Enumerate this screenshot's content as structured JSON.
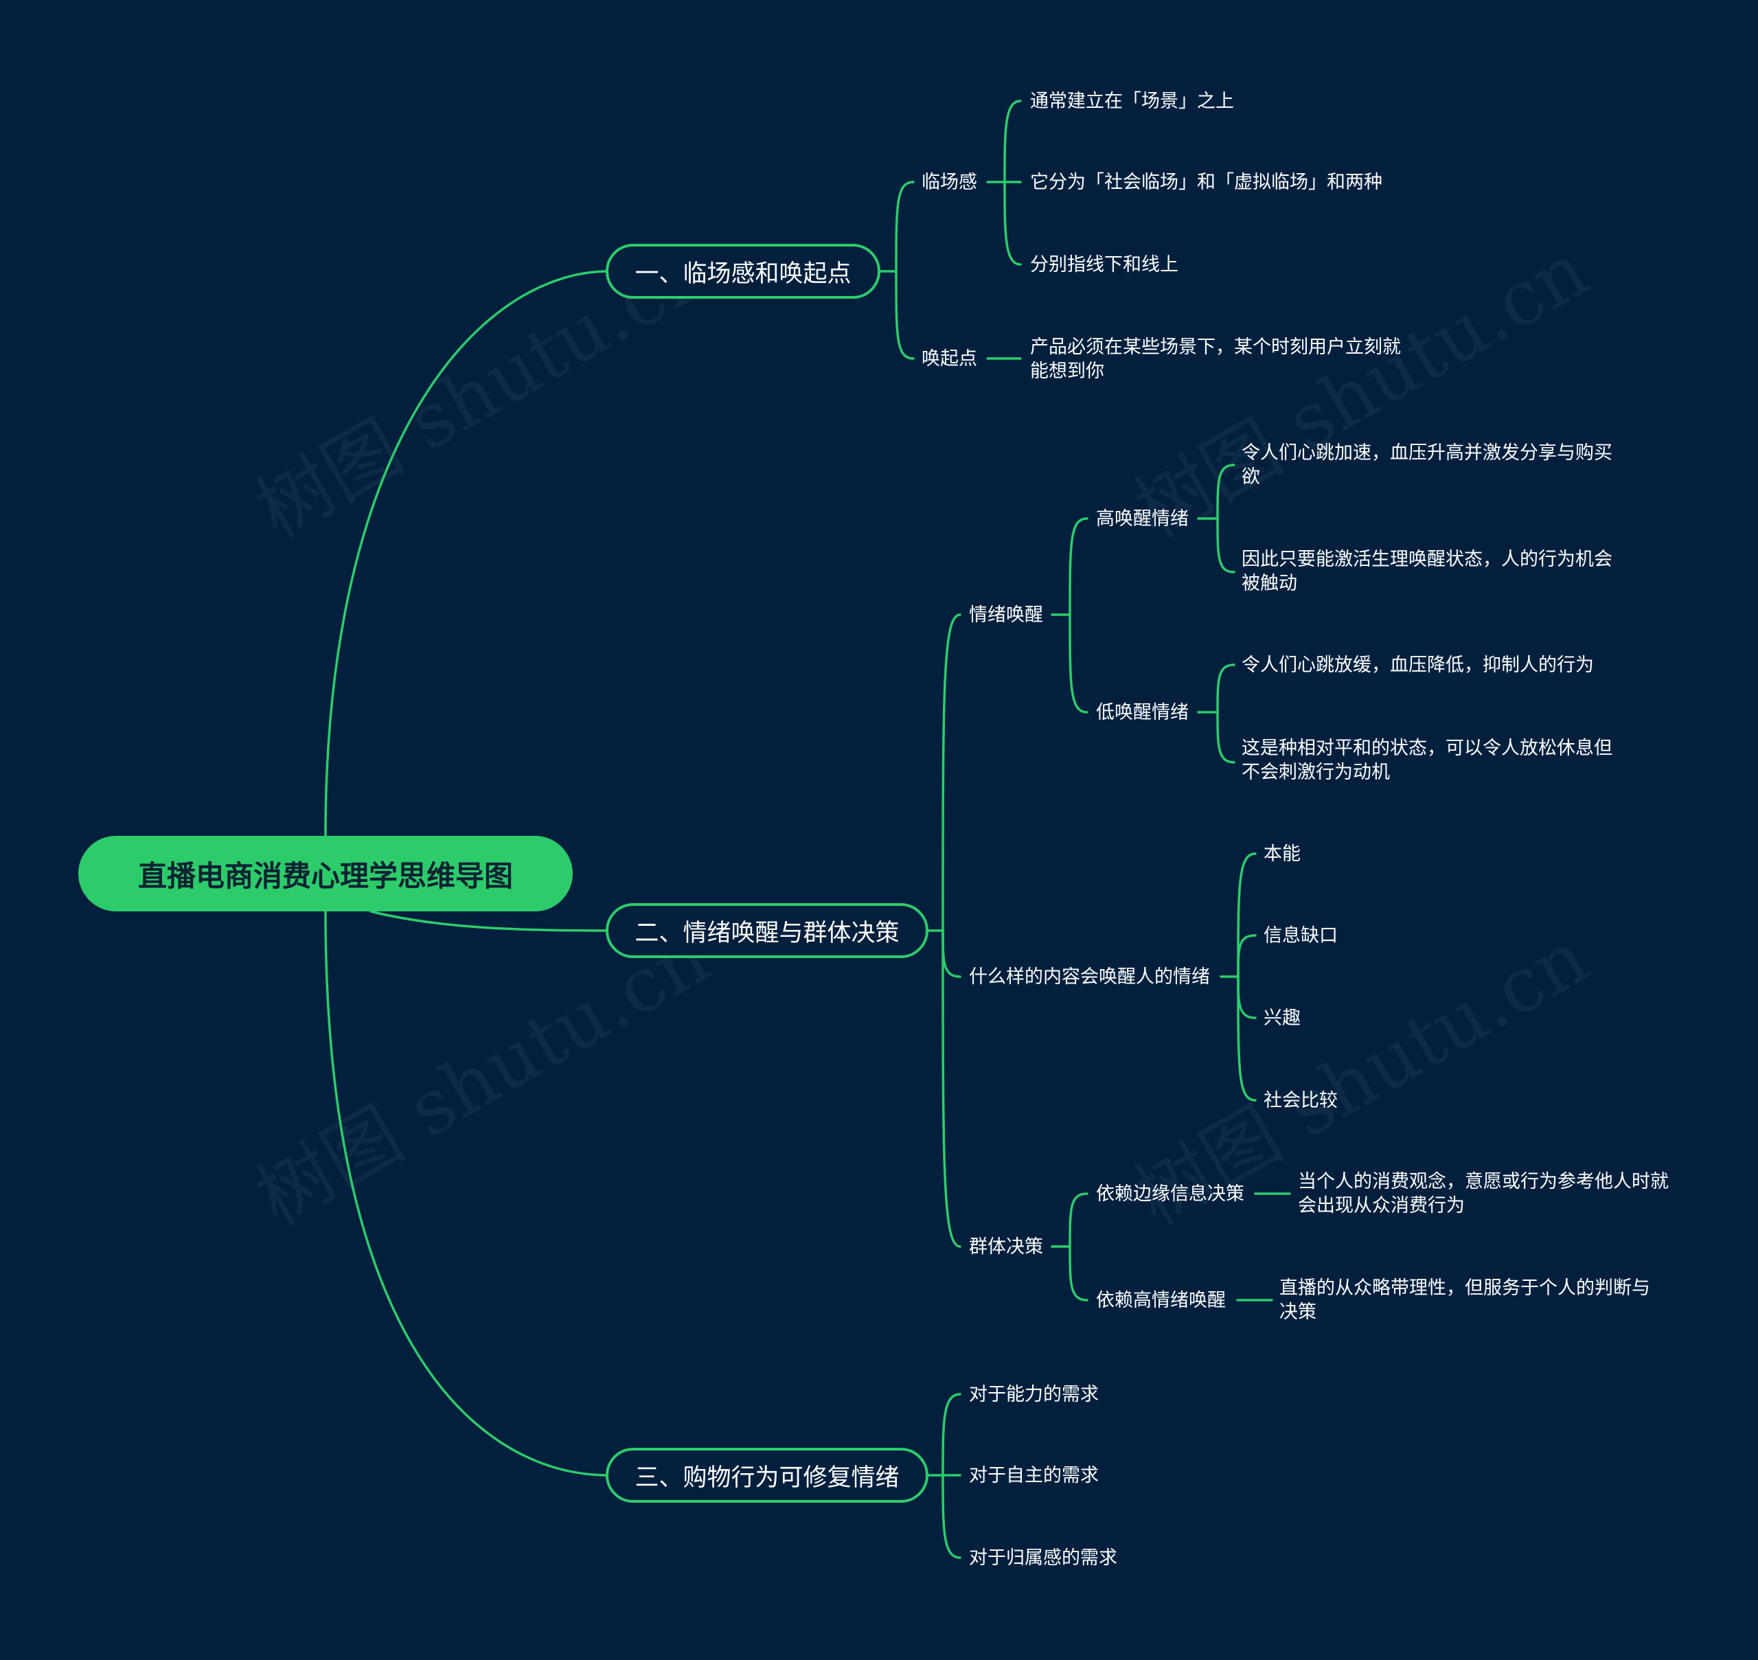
{
  "colors": {
    "background": "#02203d",
    "accent": "#2dcc6b",
    "text": "#ffffff",
    "root_text": "#0d2233"
  },
  "watermark": "树图 shutu.cn",
  "root": {
    "label": "直播电商消费心理学思维导图"
  },
  "branches": [
    {
      "label": "一、临场感和唤起点",
      "children": [
        {
          "label": "临场感",
          "children": [
            {
              "label": "通常建立在「场景」之上"
            },
            {
              "label": "它分为「社会临场」和「虚拟临场」和两种"
            },
            {
              "label": "分别指线下和线上"
            }
          ]
        },
        {
          "label": "唤起点",
          "children": [
            {
              "label": "产品必须在某些场景下，某个时刻用户立刻就能想到你"
            }
          ]
        }
      ]
    },
    {
      "label": "二、情绪唤醒与群体决策",
      "children": [
        {
          "label": "情绪唤醒",
          "children": [
            {
              "label": "高唤醒情绪",
              "children": [
                {
                  "label": "令人们心跳加速，血压升高并激发分享与购买欲"
                },
                {
                  "label": "因此只要能激活生理唤醒状态，人的行为机会被触动"
                }
              ]
            },
            {
              "label": "低唤醒情绪",
              "children": [
                {
                  "label": "令人们心跳放缓，血压降低，抑制人的行为"
                },
                {
                  "label": "这是种相对平和的状态，可以令人放松休息但不会刺激行为动机"
                }
              ]
            }
          ]
        },
        {
          "label": "什么样的内容会唤醒人的情绪",
          "children": [
            {
              "label": "本能"
            },
            {
              "label": "信息缺口"
            },
            {
              "label": "兴趣"
            },
            {
              "label": "社会比较"
            }
          ]
        },
        {
          "label": "群体决策",
          "children": [
            {
              "label": "依赖边缘信息决策",
              "children": [
                {
                  "label": "当个人的消费观念，意愿或行为参考他人时就会出现从众消费行为"
                }
              ]
            },
            {
              "label": "依赖高情绪唤醒",
              "children": [
                {
                  "label": "直播的从众略带理性，但服务于个人的判断与决策"
                }
              ]
            }
          ]
        }
      ]
    },
    {
      "label": "三、购物行为可修复情绪",
      "children": [
        {
          "label": "对于能力的需求"
        },
        {
          "label": "对于自主的需求"
        },
        {
          "label": "对于归属感的需求"
        }
      ]
    }
  ]
}
